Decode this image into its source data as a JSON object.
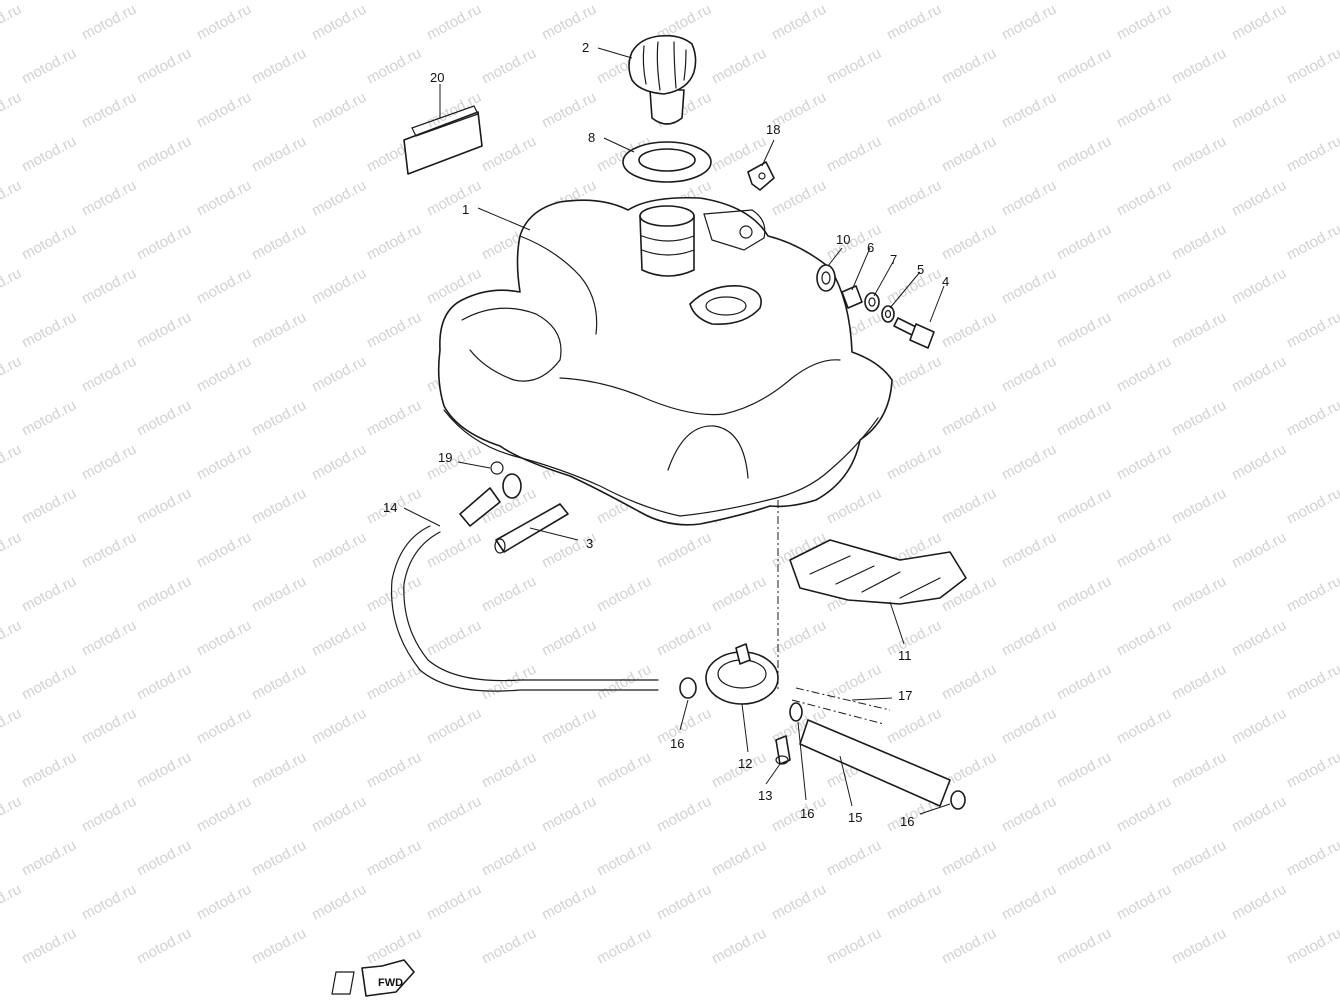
{
  "watermark_text": "motod.ru",
  "fwd_label": "FWD",
  "callouts": [
    {
      "id": "1",
      "text": "1"
    },
    {
      "id": "2",
      "text": "2"
    },
    {
      "id": "3",
      "text": "3"
    },
    {
      "id": "4",
      "text": "4"
    },
    {
      "id": "5",
      "text": "5"
    },
    {
      "id": "6",
      "text": "6"
    },
    {
      "id": "7",
      "text": "7"
    },
    {
      "id": "8",
      "text": "8"
    },
    {
      "id": "10",
      "text": "10"
    },
    {
      "id": "11",
      "text": "11"
    },
    {
      "id": "12",
      "text": "12"
    },
    {
      "id": "13",
      "text": "13"
    },
    {
      "id": "14",
      "text": "14"
    },
    {
      "id": "15",
      "text": "15"
    },
    {
      "id": "16a",
      "text": "16"
    },
    {
      "id": "16b",
      "text": "16"
    },
    {
      "id": "16c",
      "text": "16"
    },
    {
      "id": "17",
      "text": "17"
    },
    {
      "id": "18",
      "text": "18"
    },
    {
      "id": "19",
      "text": "19"
    },
    {
      "id": "20",
      "text": "20"
    }
  ]
}
